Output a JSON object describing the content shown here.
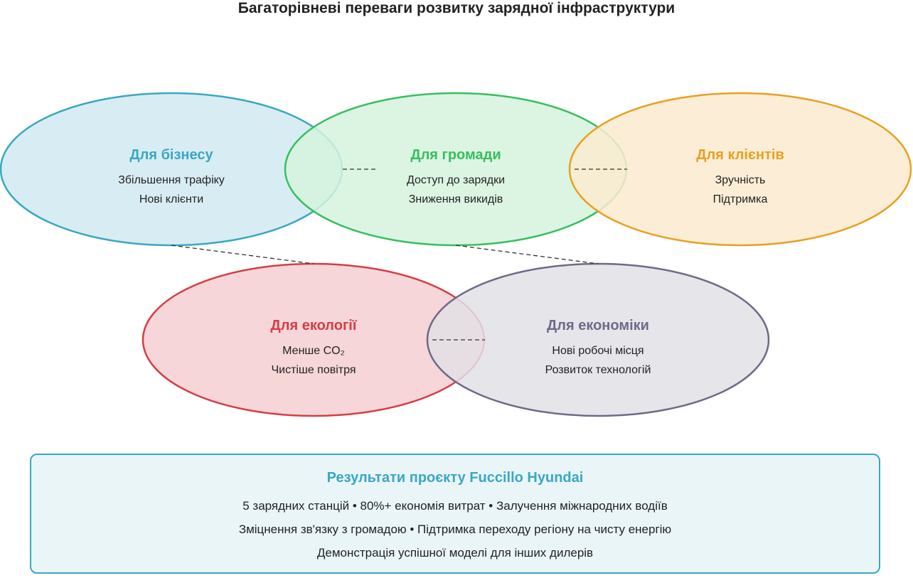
{
  "title": "Багаторівневі переваги розвитку зарядної інфраструктури",
  "colors": {
    "business": "#3aa7c4",
    "business_fill": "#d8edf3",
    "community": "#37bf5e",
    "community_fill": "#d6f3de",
    "clients": "#e8a020",
    "clients_fill": "#fcebcf",
    "ecology": "#d63d45",
    "ecology_fill": "#f6d6d8",
    "economy": "#6e6a88",
    "economy_fill": "#e2e1e6"
  },
  "circles": [
    {
      "key": "business",
      "title": "Для бізнесу",
      "lines": [
        "Збільшення трафіку",
        "Нові клієнти"
      ]
    },
    {
      "key": "community",
      "title": "Для громади",
      "lines": [
        "Доступ до зарядки",
        "Зниження викидів"
      ]
    },
    {
      "key": "clients",
      "title": "Для клієнтів",
      "lines": [
        "Зручність",
        "Підтримка"
      ]
    },
    {
      "key": "ecology",
      "title": "Для екології",
      "lines": [
        "Менше CO₂",
        "Чистіше повітря"
      ]
    },
    {
      "key": "economy",
      "title": "Для економіки",
      "lines": [
        "Нові робочі місця",
        "Розвиток технологій"
      ]
    }
  ],
  "results": {
    "title": "Результати проєкту Fuccillo Hyundai",
    "lines": [
      "5 зарядних станцій • 80%+ економія витрат • Залучення міжнародних водіїв",
      "Зміцнення зв'язку з громадою • Підтримка переходу регіону на чисту енергію",
      "Демонстрація успішної моделі для інших дилерів"
    ]
  }
}
